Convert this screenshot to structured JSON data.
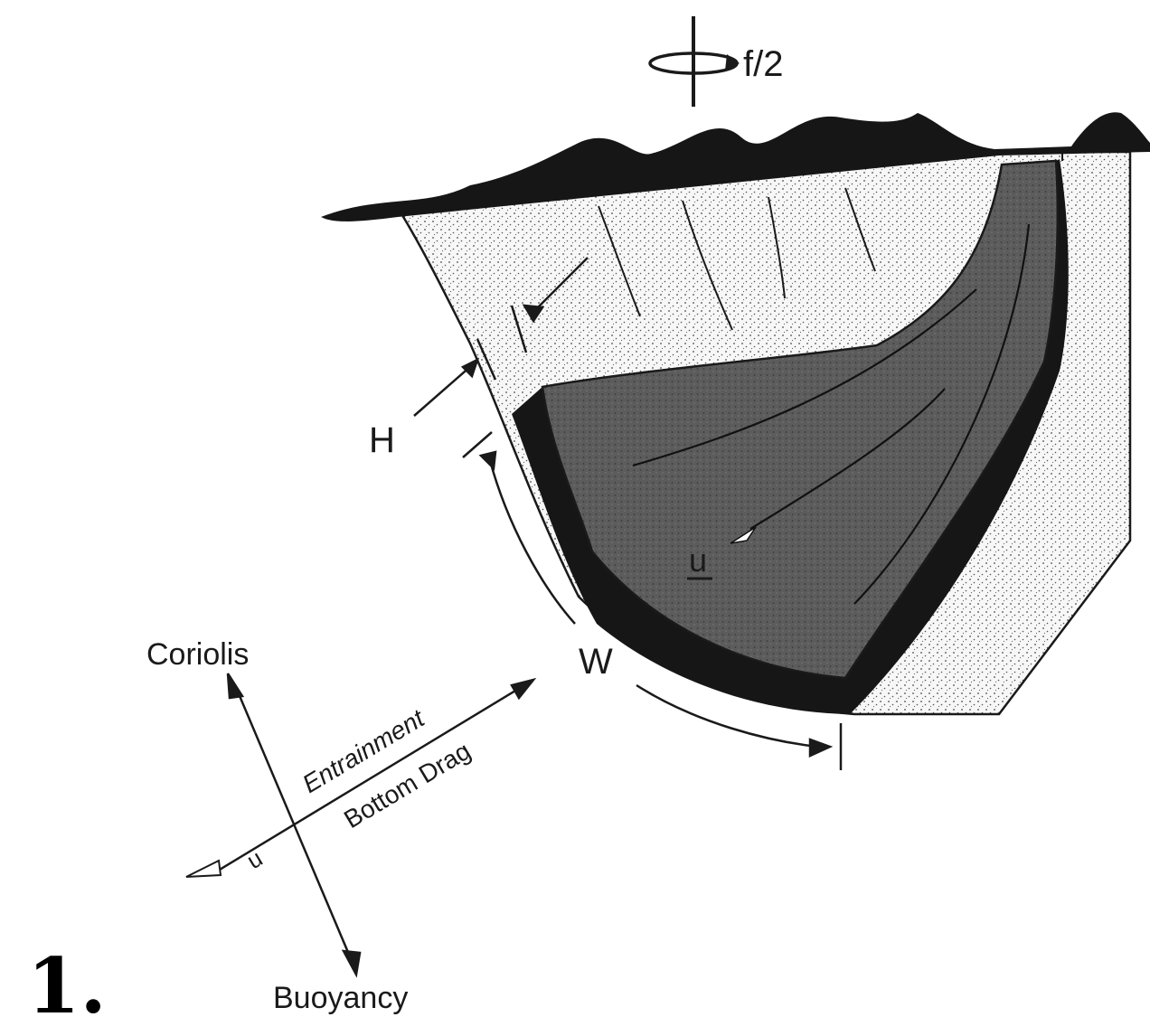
{
  "figure": {
    "number": "1.",
    "rotation_label": "f/2",
    "height_label": "H",
    "width_label": "W",
    "velocity_label": "u",
    "force_labels": {
      "coriolis": "Coriolis",
      "buoyancy": "Buoyancy",
      "entrainment": "Entrainment",
      "bottom_drag": "Bottom Drag",
      "velocity": "u"
    }
  },
  "colors": {
    "ink": "#1a1a1a",
    "background": "#ffffff",
    "flow_dark": "#5a5a5a",
    "flow_edge": "#151515",
    "ambient_light": "#ececec"
  }
}
